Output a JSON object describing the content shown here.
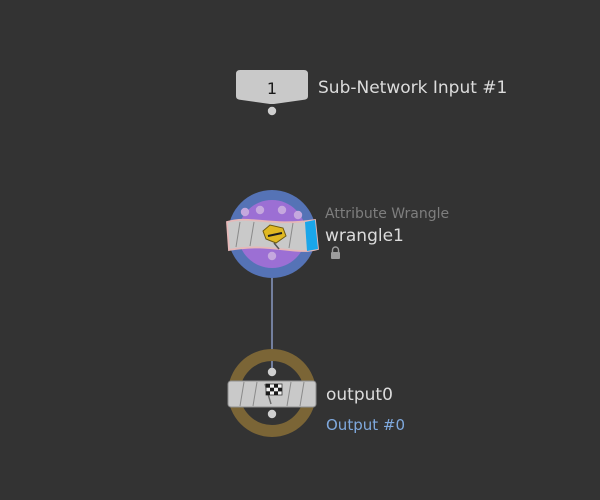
{
  "colors": {
    "background": "#333333",
    "label_text": "#dcdcdc",
    "type_text": "#7e7e7e",
    "comment_text": "#7fa9de",
    "wire": "#8fa0cc",
    "node_body": "#c9c9c9",
    "wrangle_ring": "#5573b6",
    "wrangle_disc": "#9c6fd4",
    "wrangle_outline": "#e6b8b8",
    "wrangle_flag": "#1aa6ea",
    "output_ring": "#7b6536"
  },
  "nodes": {
    "subnet_input": {
      "index_label": "1",
      "label": "Sub-Network Input #1",
      "icon": "subnet-input-tab-icon"
    },
    "wrangle": {
      "type_label": "Attribute Wrangle",
      "name": "wrangle1",
      "icon": "wrangle-vex-icon",
      "badge_icon": "lock-icon"
    },
    "output": {
      "name": "output0",
      "comment": "Output #0",
      "icon": "checkered-flag-icon"
    }
  }
}
